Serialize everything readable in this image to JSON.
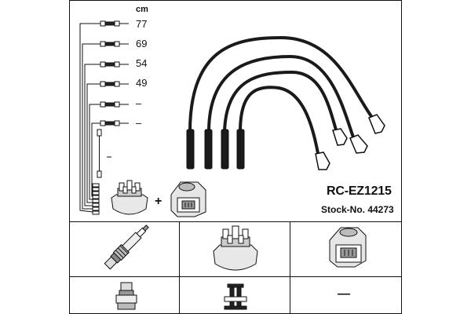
{
  "header": {
    "unit_label": "cm",
    "lengths": [
      "77",
      "69",
      "54",
      "49",
      "–",
      "–"
    ],
    "plus_sign": "+",
    "reference": "RC-EZ1215",
    "stock_number": "Stock-No. 44273"
  },
  "parts_table": {
    "row1": [
      "spark-plug-icon",
      "distributor-cap-icon",
      "ignition-coil-icon"
    ],
    "row2": [
      "plug-terminal-icon",
      "cap-terminal-icon",
      "no-terminal-dash"
    ],
    "row2_dash": "—"
  },
  "colors": {
    "line": "#111111",
    "cable": "#1a1a1a",
    "background": "#ffffff"
  }
}
